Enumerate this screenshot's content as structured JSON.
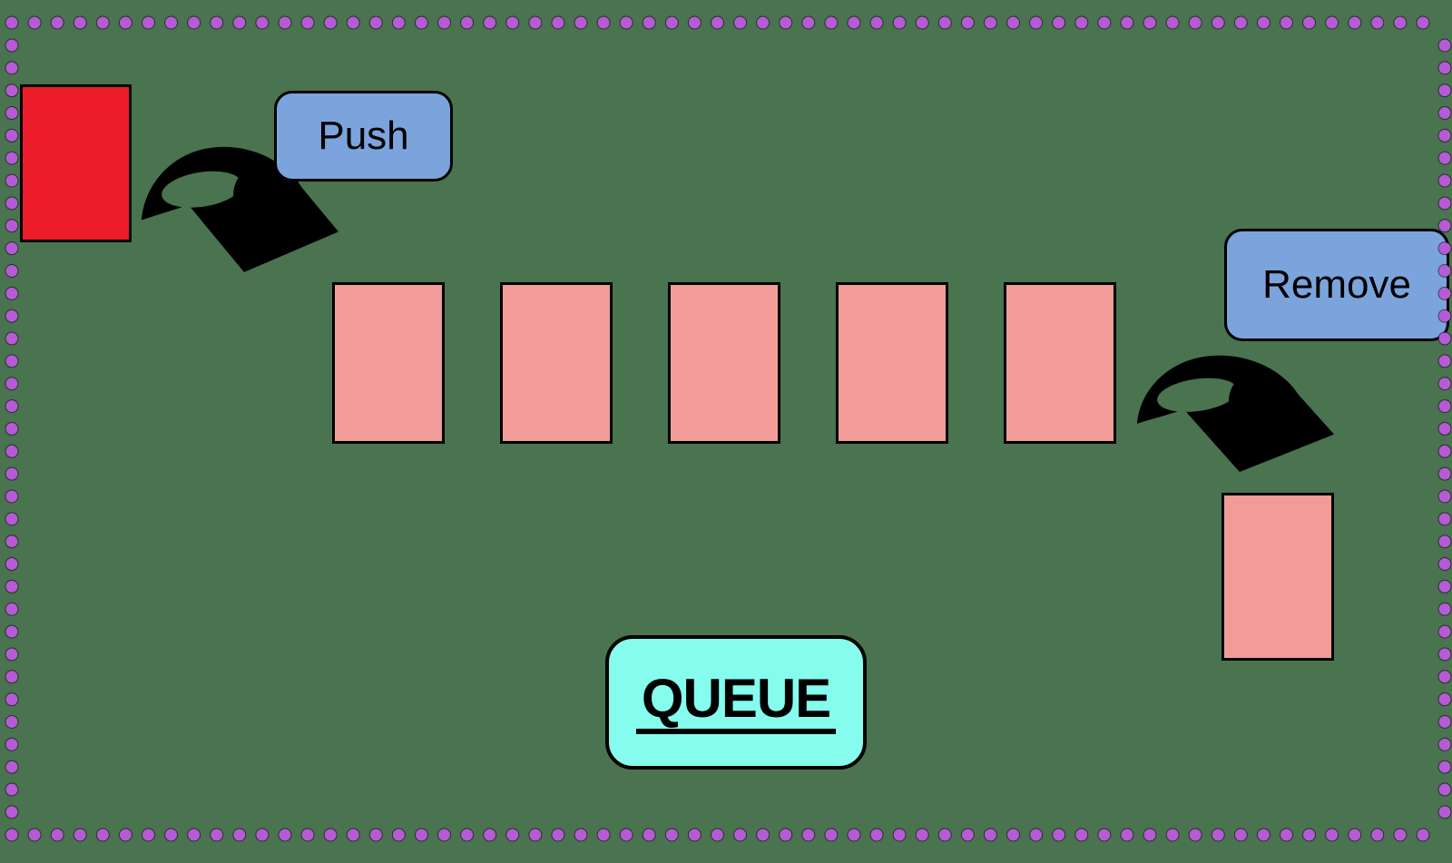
{
  "diagram": {
    "kind": "queue-data-structure-illustration",
    "title_badge": {
      "label": "QUEUE",
      "fill_color": "#85fcee",
      "underlined": true
    },
    "push_button": {
      "label": "Push",
      "fill_color": "#7ba4dc"
    },
    "remove_button": {
      "label": "Remove",
      "fill_color": "#7ba4dc"
    },
    "incoming_item": {
      "fill_color": "#ed1c2b",
      "description": "item being pushed into queue"
    },
    "queue_items": {
      "count": 5,
      "fill_color": "#f19c99"
    },
    "removed_item": {
      "fill_color": "#f19c99",
      "description": "item removed from queue front"
    },
    "icons": {
      "push_arrow": "curved-arrow-down-icon",
      "remove_arrow": "curved-arrow-down-icon"
    },
    "colors": {
      "background": "#4a7350",
      "border_dots": "#b75ad6",
      "outline": "#000000",
      "arrow": "#000000"
    }
  }
}
